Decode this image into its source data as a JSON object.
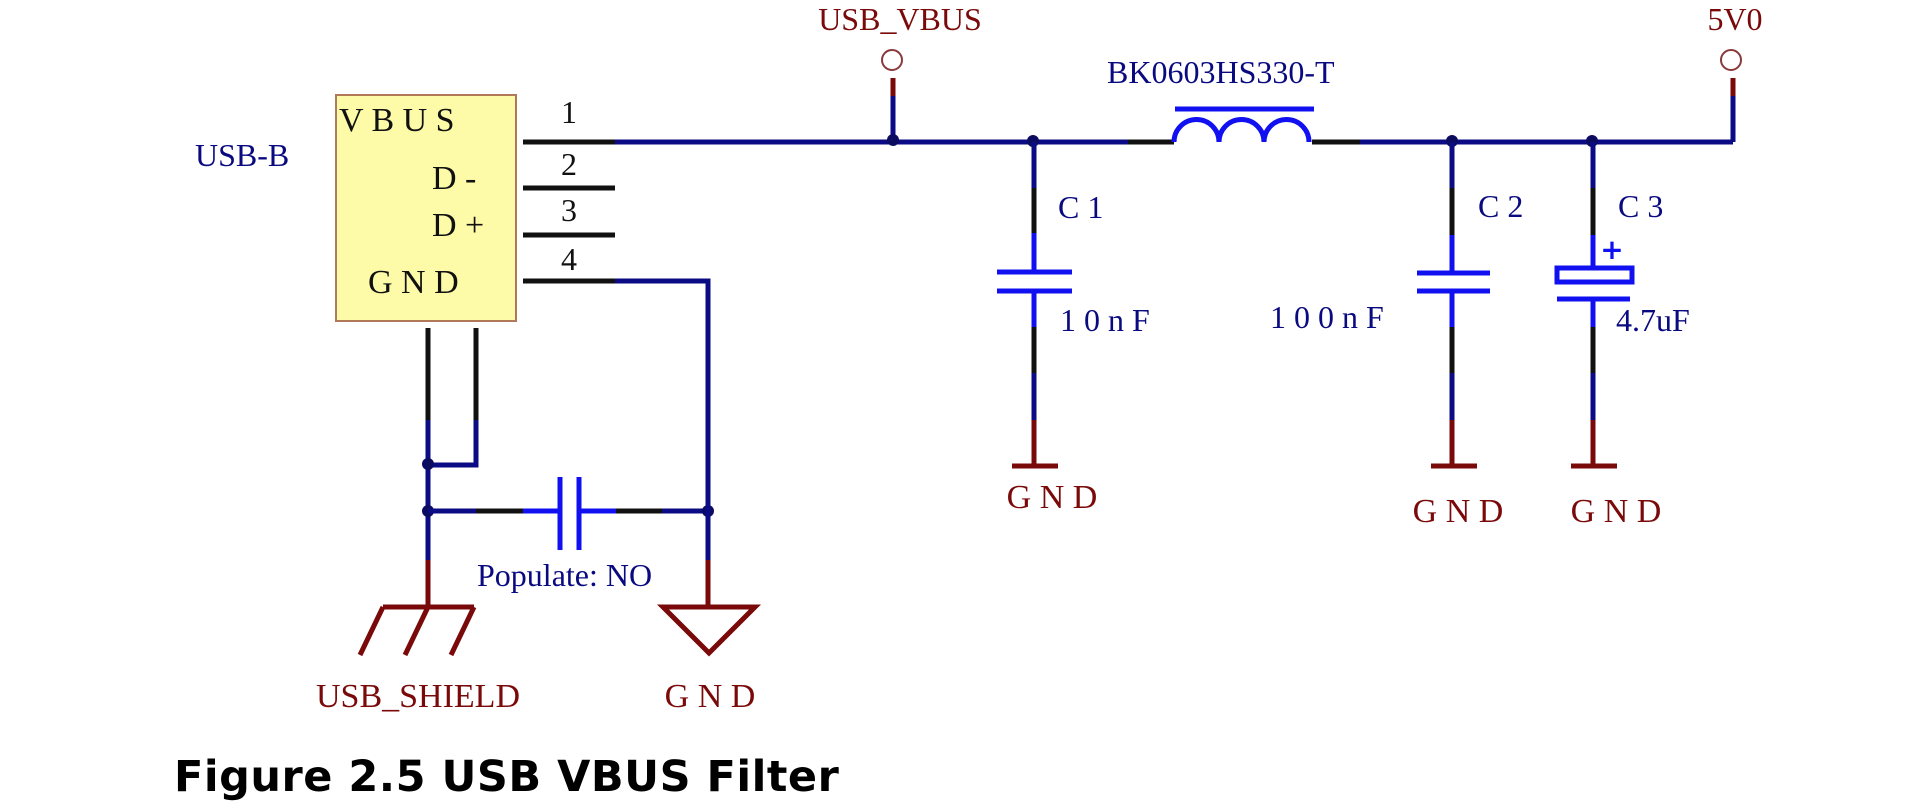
{
  "figure": {
    "caption": "Figure 2.5 USB VBUS Filter"
  },
  "connector": {
    "designator": "USB-B",
    "pins": [
      {
        "number": "1",
        "name": "V B U S"
      },
      {
        "number": "2",
        "name": "D -"
      },
      {
        "number": "3",
        "name": "D +"
      },
      {
        "number": "4",
        "name": "G N D"
      }
    ]
  },
  "net_labels": {
    "usb_vbus": "USB_VBUS",
    "out_5v0": "5V0",
    "usb_shield": "USB_SHIELD"
  },
  "inductor": {
    "part": "BK0603HS330-T"
  },
  "capacitors": [
    {
      "designator": "C 1",
      "value": "1 0 n F",
      "ground": "G N D"
    },
    {
      "designator": "C 2",
      "value": "1 0 0 n F",
      "ground": "G N D"
    },
    {
      "designator": "C 3",
      "value": "4.7uF",
      "ground": "G N D",
      "polarity": "+"
    }
  ],
  "shield_cap": {
    "note": "Populate: NO"
  },
  "ground_labels": {
    "connector_gnd": "G N D"
  },
  "colors": {
    "net_wire": "#0b0b85",
    "pin_wire": "#111111",
    "power_port": "#7a0a0a",
    "component": "#1010f0",
    "connector_fill": "#fdfaa8"
  }
}
